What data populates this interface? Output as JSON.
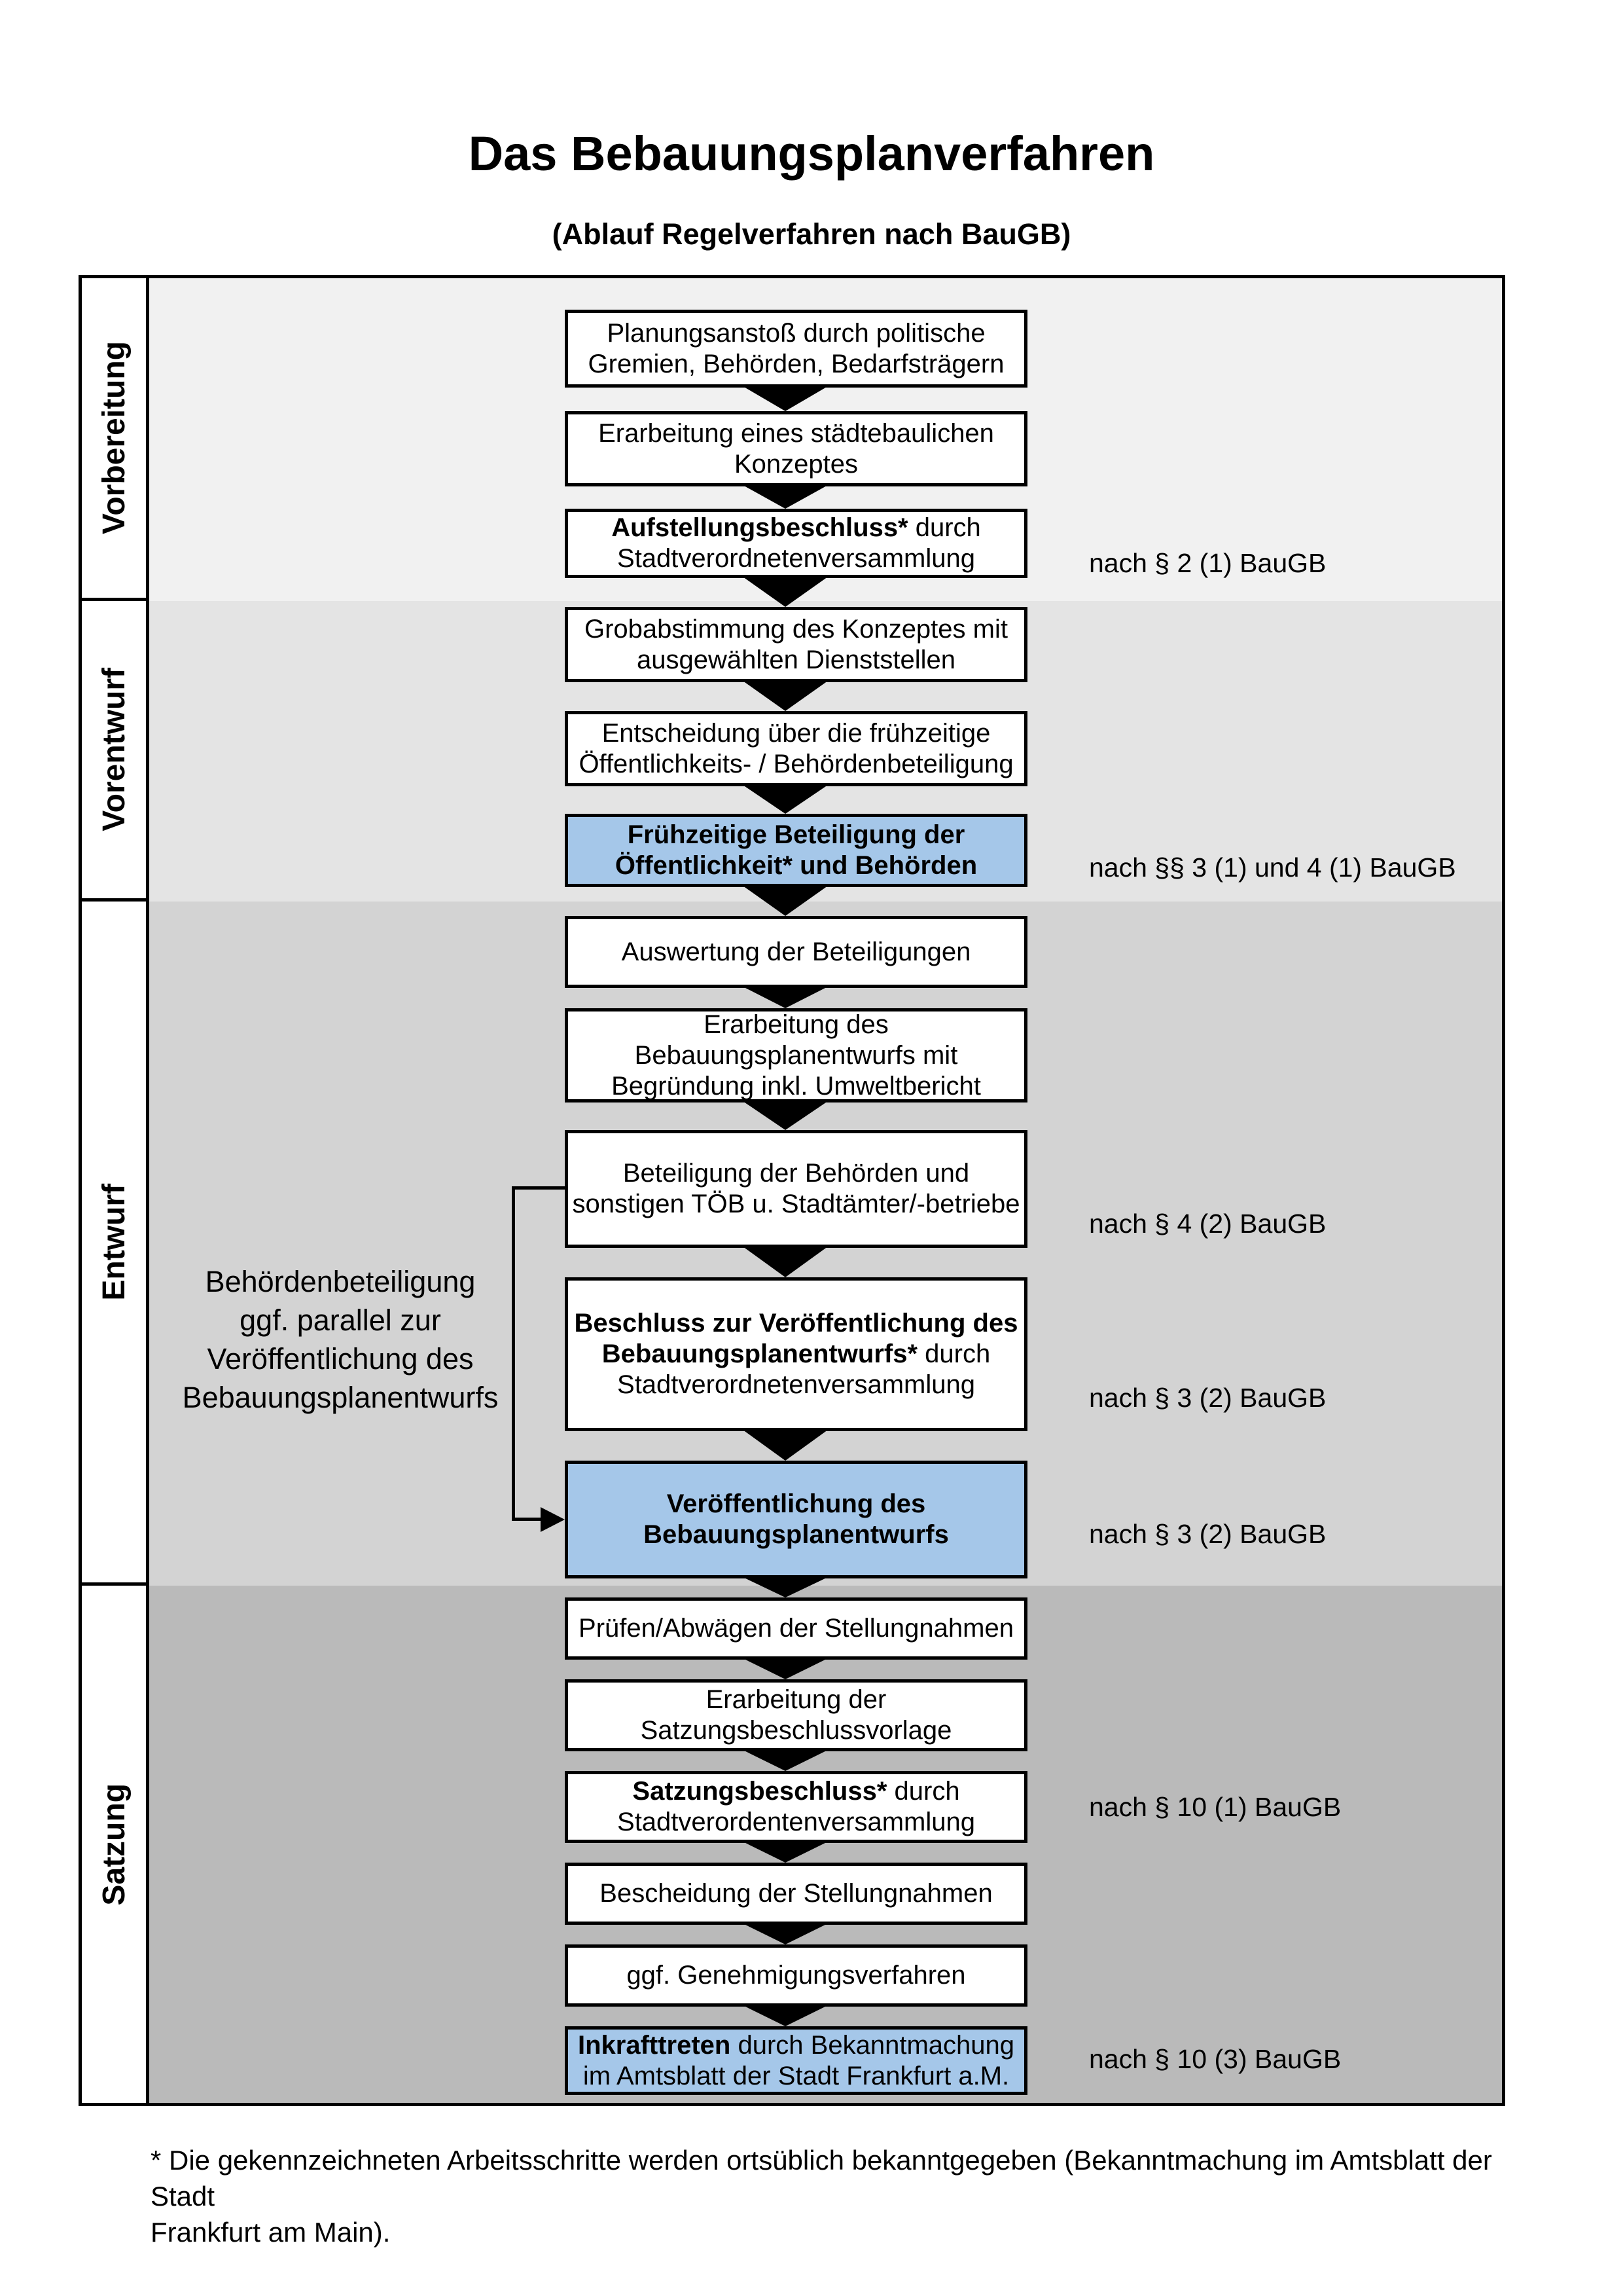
{
  "title": "Das Bebauungsplanverfahren",
  "subtitle": "(Ablauf Regelverfahren nach BauGB)",
  "phases": [
    {
      "label": "Vorbereitung"
    },
    {
      "label": "Vorentwurf"
    },
    {
      "label": "Entwurf"
    },
    {
      "label": "Satzung"
    }
  ],
  "flow": {
    "boxes": [
      {
        "fill": "white",
        "lines": [
          [
            {
              "t": "Planungsanstoß durch politische"
            }
          ],
          [
            {
              "t": "Gremien, Behörden, Bedarfsträgern"
            }
          ]
        ]
      },
      {
        "fill": "white",
        "lines": [
          [
            {
              "t": "Erarbeitung eines städtebaulichen"
            }
          ],
          [
            {
              "t": "Konzeptes"
            }
          ]
        ]
      },
      {
        "fill": "white",
        "lines": [
          [
            {
              "t": "Aufstellungsbeschluss*",
              "b": true
            },
            {
              "t": " durch"
            }
          ],
          [
            {
              "t": "Stadtverordnetenversammlung"
            }
          ]
        ]
      },
      {
        "fill": "white",
        "lines": [
          [
            {
              "t": "Grobabstimmung des Konzeptes mit"
            }
          ],
          [
            {
              "t": "ausgewählten Dienststellen"
            }
          ]
        ]
      },
      {
        "fill": "white",
        "lines": [
          [
            {
              "t": "Entscheidung über die frühzeitige"
            }
          ],
          [
            {
              "t": "Öffentlichkeits- / Behördenbeteiligung"
            }
          ]
        ]
      },
      {
        "fill": "blue",
        "lines": [
          [
            {
              "t": "Frühzeitige Beteiligung der",
              "b": true
            }
          ],
          [
            {
              "t": "Öffentlichkeit* und Behörden",
              "b": true
            }
          ]
        ]
      },
      {
        "fill": "white",
        "lines": [
          [
            {
              "t": "Auswertung der Beteiligungen"
            }
          ]
        ]
      },
      {
        "fill": "white",
        "lines": [
          [
            {
              "t": "Erarbeitung des"
            }
          ],
          [
            {
              "t": "Bebauungsplanentwurfs mit"
            }
          ],
          [
            {
              "t": "Begründung inkl. Umweltbericht"
            }
          ]
        ]
      },
      {
        "fill": "white",
        "lines": [
          [
            {
              "t": "Beteiligung der Behörden und"
            }
          ],
          [
            {
              "t": "sonstigen TÖB u. Stadtämter/-betriebe"
            }
          ]
        ]
      },
      {
        "fill": "white",
        "lines": [
          [
            {
              "t": "Beschluss zur Veröffentlichung des",
              "b": true
            }
          ],
          [
            {
              "t": "Bebauungsplanentwurfs*",
              "b": true
            },
            {
              "t": " durch"
            }
          ],
          [
            {
              "t": "Stadtverordnetenversammlung"
            }
          ]
        ]
      },
      {
        "fill": "blue",
        "lines": [
          [
            {
              "t": "Veröffentlichung des",
              "b": true
            }
          ],
          [
            {
              "t": "Bebauungsplanentwurfs",
              "b": true
            }
          ]
        ]
      },
      {
        "fill": "white",
        "lines": [
          [
            {
              "t": "Prüfen/Abwägen der Stellungnahmen"
            }
          ]
        ]
      },
      {
        "fill": "white",
        "lines": [
          [
            {
              "t": "Erarbeitung der"
            }
          ],
          [
            {
              "t": "Satzungsbeschlussvorlage"
            }
          ]
        ]
      },
      {
        "fill": "white",
        "lines": [
          [
            {
              "t": "Satzungsbeschluss*",
              "b": true
            },
            {
              "t": " durch"
            }
          ],
          [
            {
              "t": "Stadtverordentenversammlung"
            }
          ]
        ]
      },
      {
        "fill": "white",
        "lines": [
          [
            {
              "t": "Bescheidung der Stellungnahmen"
            }
          ]
        ]
      },
      {
        "fill": "white",
        "lines": [
          [
            {
              "t": "ggf. Genehmigungsverfahren"
            }
          ]
        ]
      },
      {
        "fill": "blue",
        "lines": [
          [
            {
              "t": "Inkrafttreten",
              "b": true
            },
            {
              "t": " durch Bekanntmachung"
            }
          ],
          [
            {
              "t": "im Amtsblatt der Stadt Frankfurt a.M."
            }
          ]
        ]
      }
    ]
  },
  "law_refs": [
    "nach § 2 (1) BauGB",
    "nach §§ 3 (1) und 4 (1) BauGB",
    "nach § 4 (2) BauGB",
    "nach § 3 (2) BauGB",
    "nach § 3 (2) BauGB",
    "nach § 10 (1) BauGB",
    "nach § 10 (3) BauGB"
  ],
  "side_note": {
    "lines": [
      "Behördenbeteiligung",
      "ggf. parallel zur",
      "Veröffentlichung des",
      "Bebauungsplanentwurfs"
    ]
  },
  "footnote": {
    "line1": "* Die gekennzeichneten Arbeitsschritte werden ortsüblich bekanntgegeben (Bekanntmachung im Amtsblatt  der Stadt",
    "line2": "Frankfurt am Main)."
  },
  "colors": {
    "highlight_blue": "#a5c7e9",
    "section_vorbereitung": "#f1f1f1",
    "section_vorentwurf": "#e4e4e4",
    "section_entwurf": "#d3d3d3",
    "section_satzung": "#bababa",
    "border_black": "#000000"
  }
}
